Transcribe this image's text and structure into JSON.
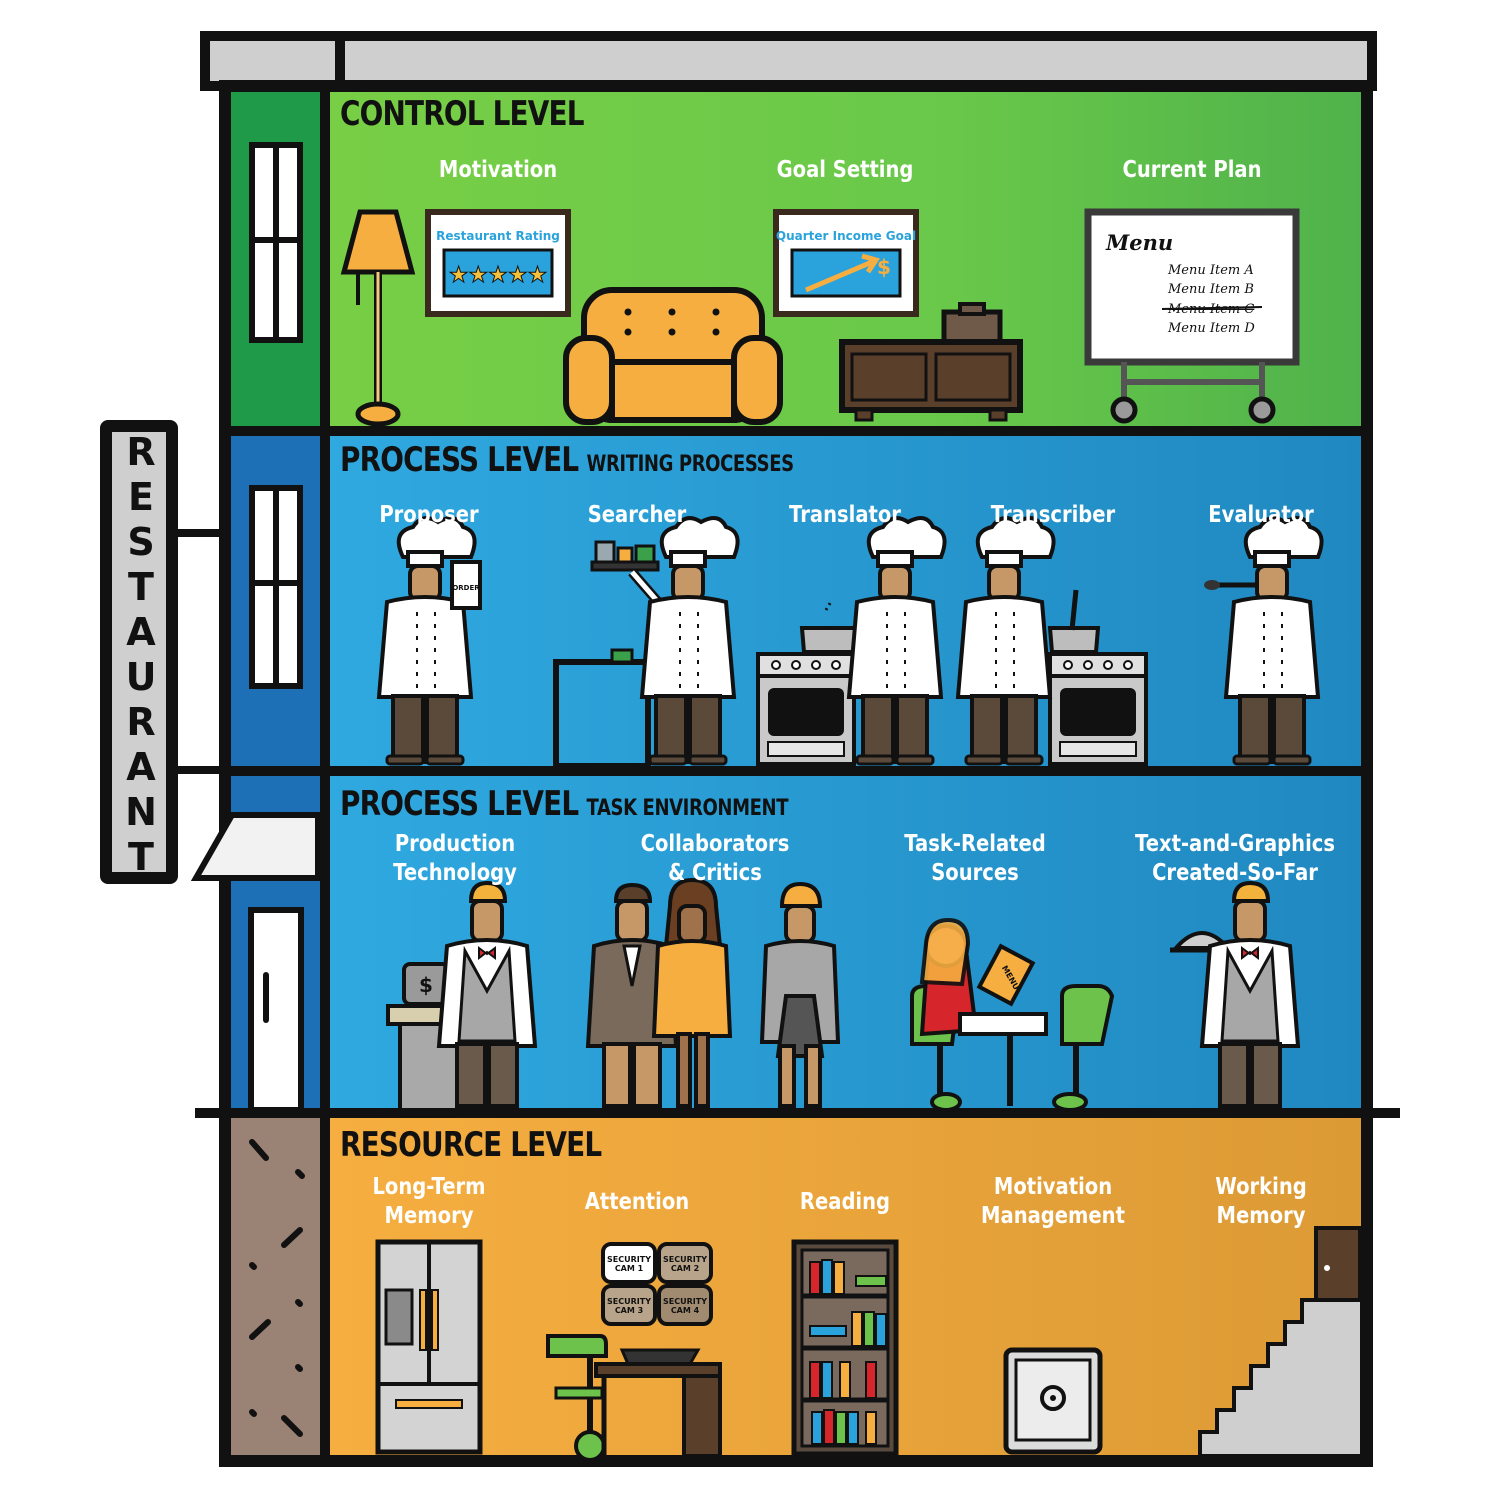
{
  "sign": {
    "text": "RESTAURANT"
  },
  "floors": {
    "control": {
      "title": "CONTROL LEVEL",
      "items": [
        "Motivation",
        "Goal Setting",
        "Current Plan"
      ]
    },
    "writing": {
      "title": "PROCESS LEVEL",
      "subtitle": "WRITING PROCESSES",
      "items": [
        "Proposer",
        "Searcher",
        "Translator",
        "Transcriber",
        "Evaluator"
      ]
    },
    "task": {
      "title": "PROCESS LEVEL",
      "subtitle": "TASK ENVIRONMENT",
      "items": [
        "Production\nTechnology",
        "Collaborators\n& Critics",
        "Task-Related\nSources",
        "Text-and-Graphics\nCreated-So-Far"
      ]
    },
    "resource": {
      "title": "RESOURCE LEVEL",
      "items": [
        "Long-Term\nMemory",
        "Attention",
        "Reading",
        "Motivation\nManagement",
        "Working\nMemory"
      ]
    }
  },
  "props": {
    "rating_frame": "Restaurant Rating",
    "rating_stars": "★★★★★",
    "goal_frame": "Quarter Income Goal",
    "goal_symbol": "$",
    "menu_title": "Menu",
    "menu_items": [
      "Menu Item A",
      "Menu Item B",
      "Menu Item C",
      "Menu Item D"
    ],
    "order_card": "ORDER",
    "register_symbol": "$",
    "menu_card": "MENU",
    "cams": [
      "SECURITY\nCAM 1",
      "SECURITY\nCAM 2",
      "SECURITY\nCAM 3",
      "SECURITY\nCAM 4"
    ]
  },
  "colors": {
    "control": "#5cc24a",
    "process": "#2aa3dc",
    "resource": "#f4ab3c",
    "outline": "#111111",
    "chef_skin": "#c69868"
  }
}
